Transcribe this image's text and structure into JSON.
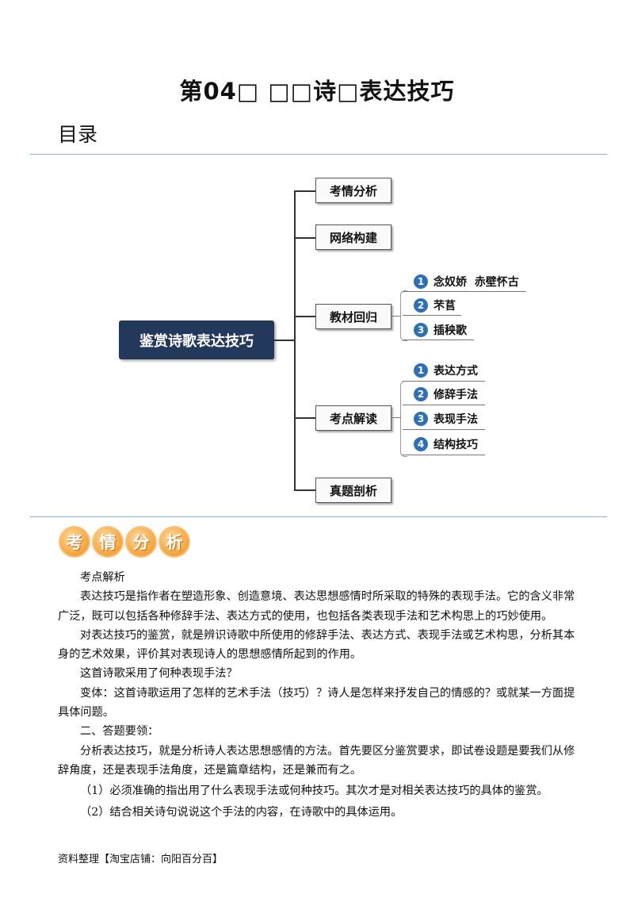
{
  "title": "第04□  □□诗□表达技巧",
  "toc_label": "目录",
  "mindmap": {
    "root": "鉴赏诗歌表达技巧",
    "branches": {
      "b1": "考情分析",
      "b2": "网络构建",
      "b3": "教材回归",
      "b4": "考点解读",
      "b5": "真题剖析"
    },
    "textbook_items": [
      {
        "num": "1",
        "label": "念奴娇  赤壁怀古"
      },
      {
        "num": "2",
        "label": "芣苢"
      },
      {
        "num": "3",
        "label": "插秧歌"
      }
    ],
    "points_items": [
      {
        "num": "1",
        "label": "表达方式"
      },
      {
        "num": "2",
        "label": "修辞手法"
      },
      {
        "num": "3",
        "label": "表现手法"
      },
      {
        "num": "4",
        "label": "结构技巧"
      }
    ]
  },
  "section_badge": [
    "考",
    "情",
    "分",
    "析"
  ],
  "body": {
    "p1": "考点解析",
    "p2": "表达技巧是指作者在塑造形象、创造意境、表达思想感情时所采取的特殊的表现手法。它的含义非常广泛，既可以包括各种修辞手法、表达方式的使用，也包括各类表现手法和艺术构思上的巧妙使用。",
    "p3": "对表达技巧的鉴赏，就是辨识诗歌中所使用的修辞手法、表达方式、表现手法或艺术构思，分析其本身的艺术效果，评价其对表现诗人的思想感情所起到的作用。",
    "p4": "这首诗歌采用了何种表现手法？",
    "p5": "变体：这首诗歌运用了怎样的艺术手法（技巧）？诗人是怎样来抒发自己的情感的？或就某一方面提具体问题。",
    "p6": "二、答题要领：",
    "p7": "分析表达技巧，就是分析诗人表达思想感情的方法。首先要区分鉴赏要求，即试卷设题是要我们从修辞角度，还是表现手法角度，还是篇章结构，还是兼而有之。",
    "p8": "（1）必须准确的指出用了什么表现手法或何种技巧。其次才是对相关表达技巧的具体的鉴赏。",
    "p9": "（2）结合相关诗句说说这个手法的内容，在诗歌中的具体运用。"
  },
  "footer": "资料整理【淘宝店铺：向阳百分百】"
}
